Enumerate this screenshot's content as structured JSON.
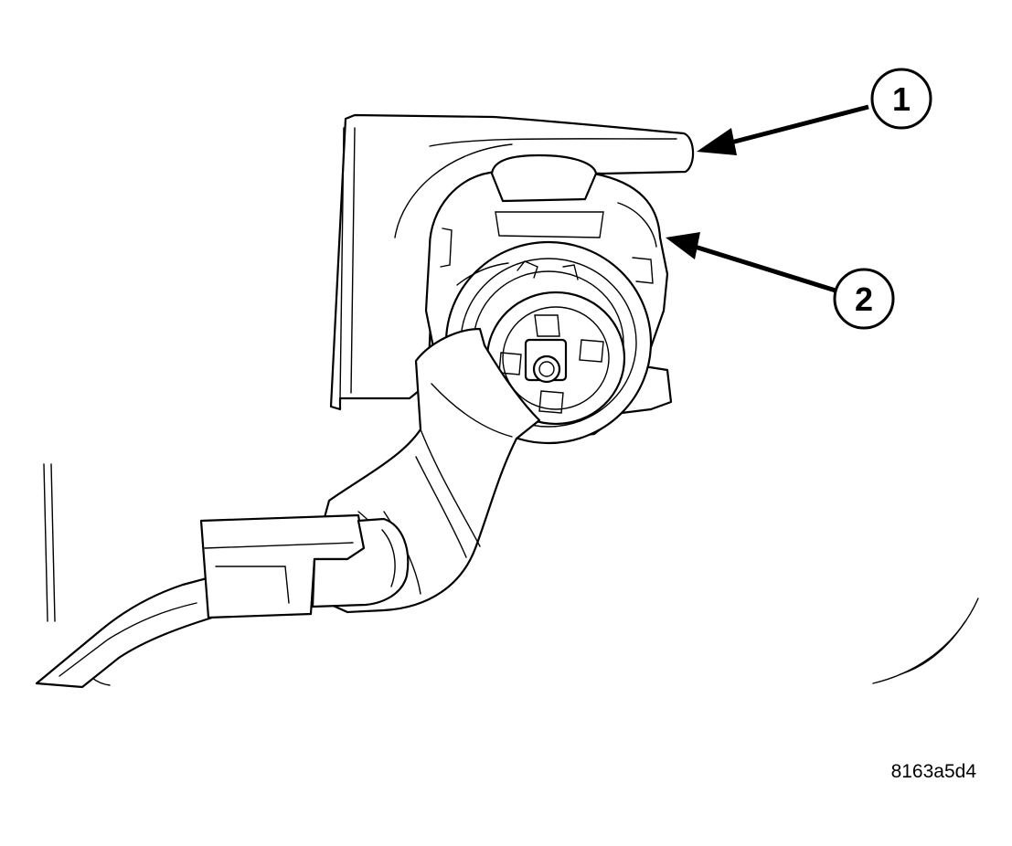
{
  "figure": {
    "callouts": [
      {
        "number": "1"
      },
      {
        "number": "2"
      }
    ],
    "figure_code": "8163a5d4"
  }
}
